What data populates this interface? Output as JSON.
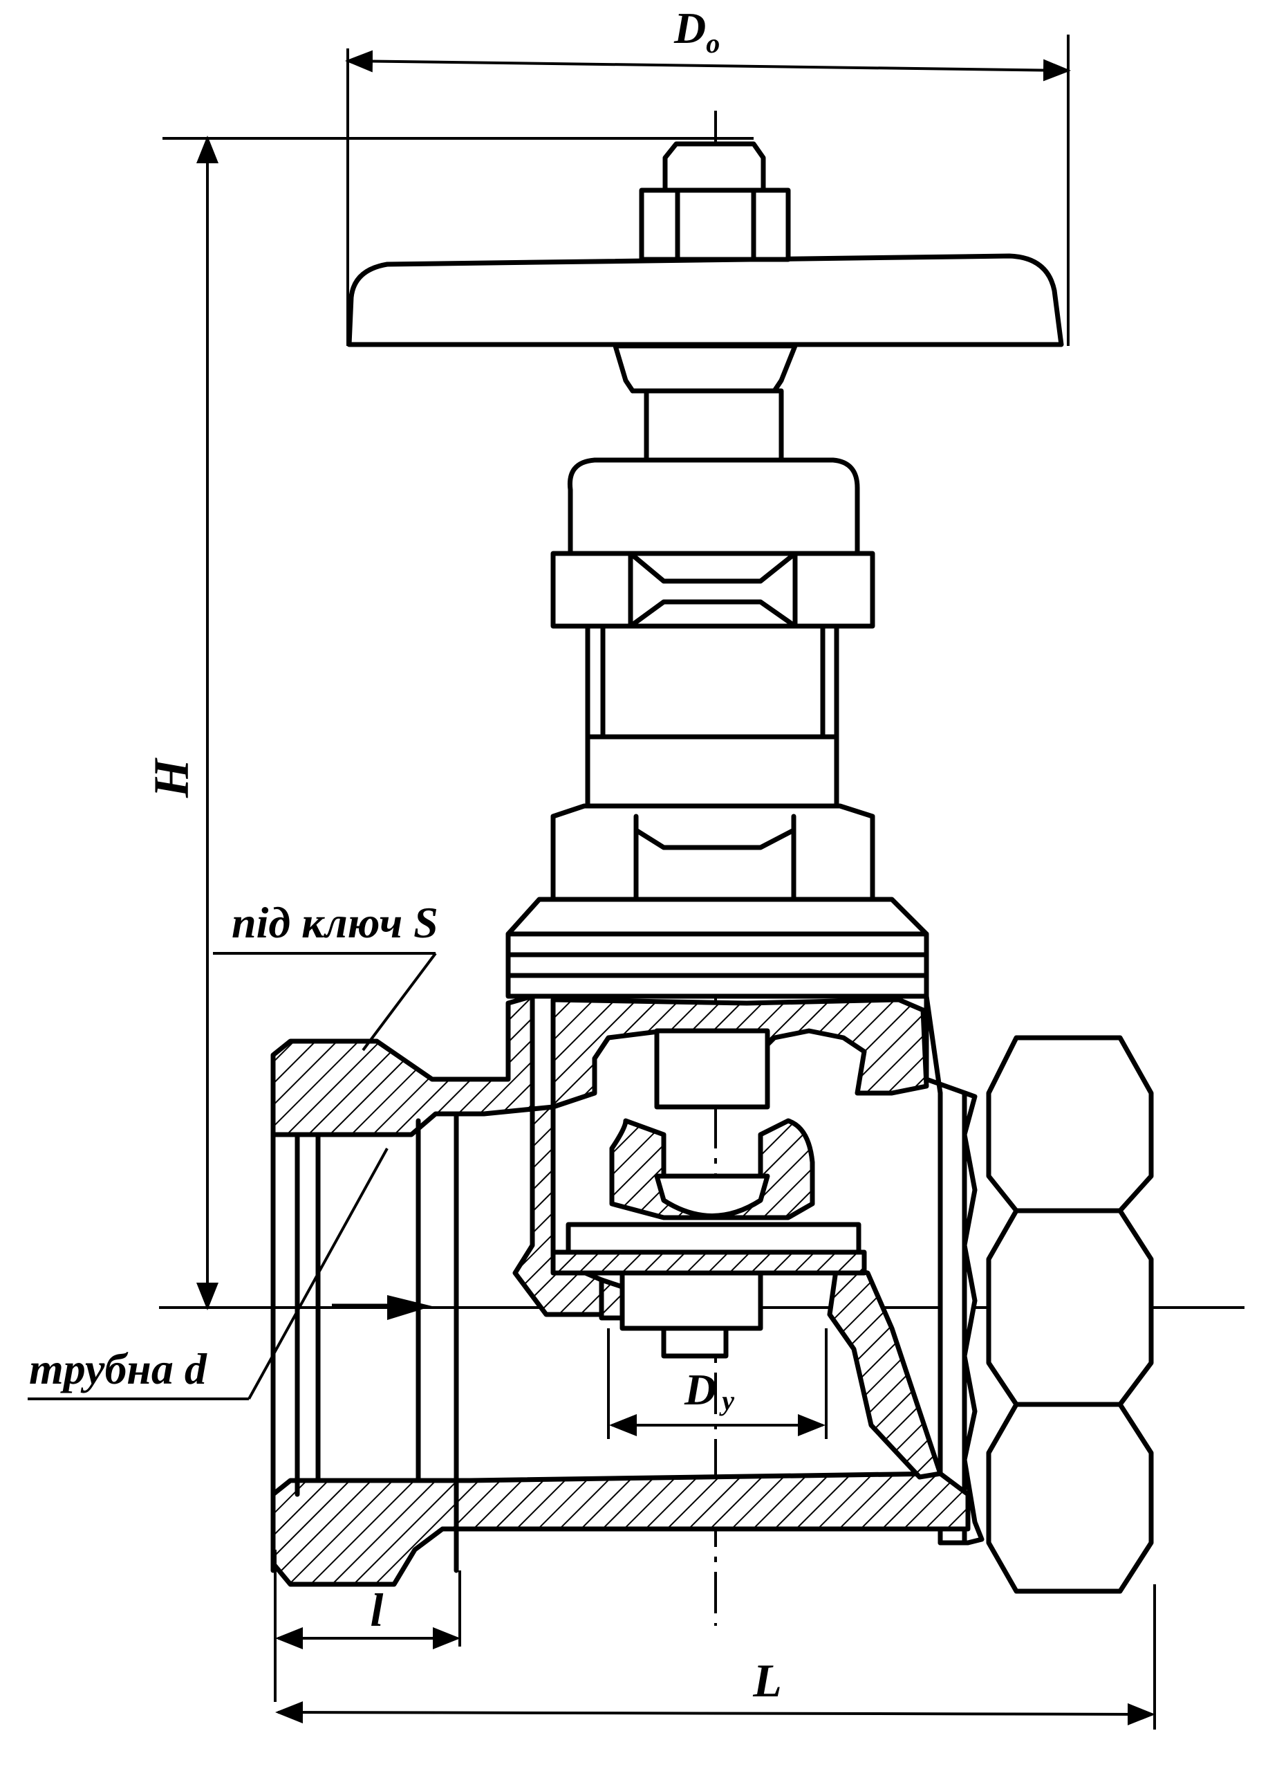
{
  "labels": {
    "handwheel_diameter": "D",
    "handwheel_diameter_sub": "o",
    "height": "H",
    "wrench_size": "під ключ S",
    "pipe_thread": "трубна d",
    "nominal_bore": "D",
    "nominal_bore_sub": "y",
    "thread_length": "l",
    "overall_length": "L"
  },
  "colors": {
    "ink": "#000000",
    "paper": "#ffffff"
  },
  "icons": {
    "flow": "flow-direction-arrow-icon"
  }
}
